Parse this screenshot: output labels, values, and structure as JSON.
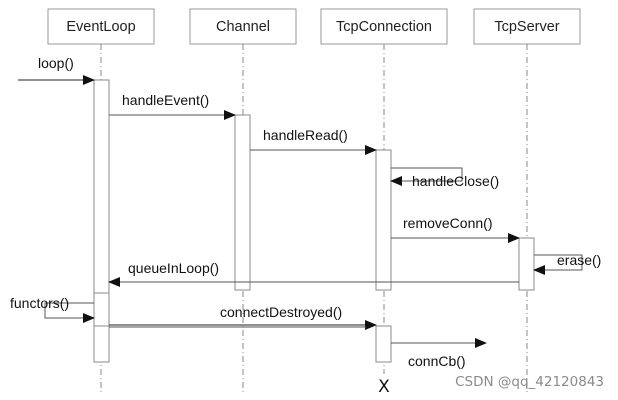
{
  "participants": [
    {
      "id": "eventloop",
      "label": "EventLoop"
    },
    {
      "id": "channel",
      "label": "Channel"
    },
    {
      "id": "tcpconnection",
      "label": "TcpConnection"
    },
    {
      "id": "tcpserver",
      "label": "TcpServer"
    }
  ],
  "messages": [
    {
      "id": "loop",
      "label": "loop()",
      "from": "",
      "to": "EventLoop"
    },
    {
      "id": "handle-event",
      "label": "handleEvent()",
      "from": "EventLoop",
      "to": "Channel"
    },
    {
      "id": "handle-read",
      "label": "handleRead()",
      "from": "Channel",
      "to": "TcpConnection"
    },
    {
      "id": "handle-close",
      "label": "handleClose()",
      "from": "TcpConnection",
      "to": "TcpConnection"
    },
    {
      "id": "remove-conn",
      "label": "removeConn()",
      "from": "TcpConnection",
      "to": "TcpServer"
    },
    {
      "id": "erase",
      "label": "erase()",
      "from": "TcpServer",
      "to": "TcpServer"
    },
    {
      "id": "queue-in-loop",
      "label": "queueInLoop()",
      "from": "TcpServer",
      "to": "EventLoop"
    },
    {
      "id": "functors",
      "label": "functors()",
      "from": "EventLoop",
      "to": "EventLoop"
    },
    {
      "id": "connect-destroyed",
      "label": "connectDestroyed()",
      "from": "EventLoop",
      "to": "TcpConnection"
    },
    {
      "id": "conn-cb",
      "label": "connCb()",
      "from": "TcpConnection",
      "to": ""
    }
  ],
  "destroy_mark": "X",
  "watermark": "CSDN @qq_42120843"
}
